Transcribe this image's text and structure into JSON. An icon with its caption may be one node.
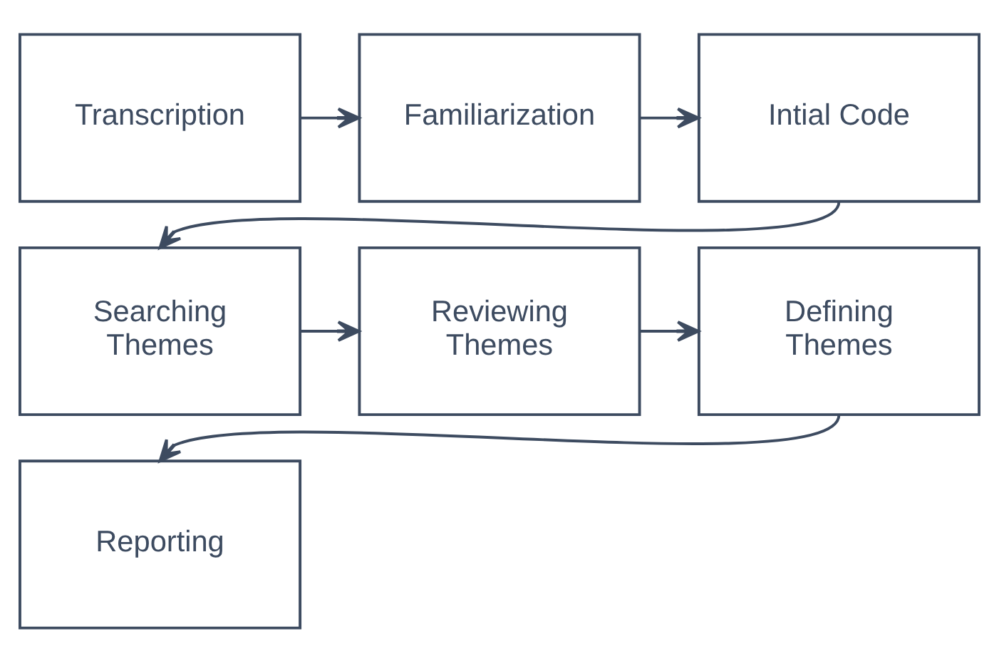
{
  "diagram": {
    "nodes": [
      {
        "text": [
          "Transcription"
        ]
      },
      {
        "text": [
          "Familiarization"
        ]
      },
      {
        "text": [
          "Intial Code"
        ]
      },
      {
        "text": [
          "Searching Themes"
        ]
      },
      {
        "text": [
          "Reviewing Themes"
        ]
      },
      {
        "text": [
          "Defining Themes"
        ]
      },
      {
        "text": [
          "Reporting"
        ]
      }
    ],
    "edges": [
      {
        "from": 0,
        "to": 1,
        "arrow": "to"
      },
      {
        "from": 1,
        "to": 2,
        "arrow": "to"
      },
      {
        "from": 2,
        "to": 3,
        "arrow": "to"
      },
      {
        "from": 3,
        "to": 4,
        "arrow": "to"
      },
      {
        "from": 4,
        "to": 5,
        "arrow": "to"
      },
      {
        "from": 5,
        "to": 6,
        "arrow": "to"
      }
    ]
  }
}
